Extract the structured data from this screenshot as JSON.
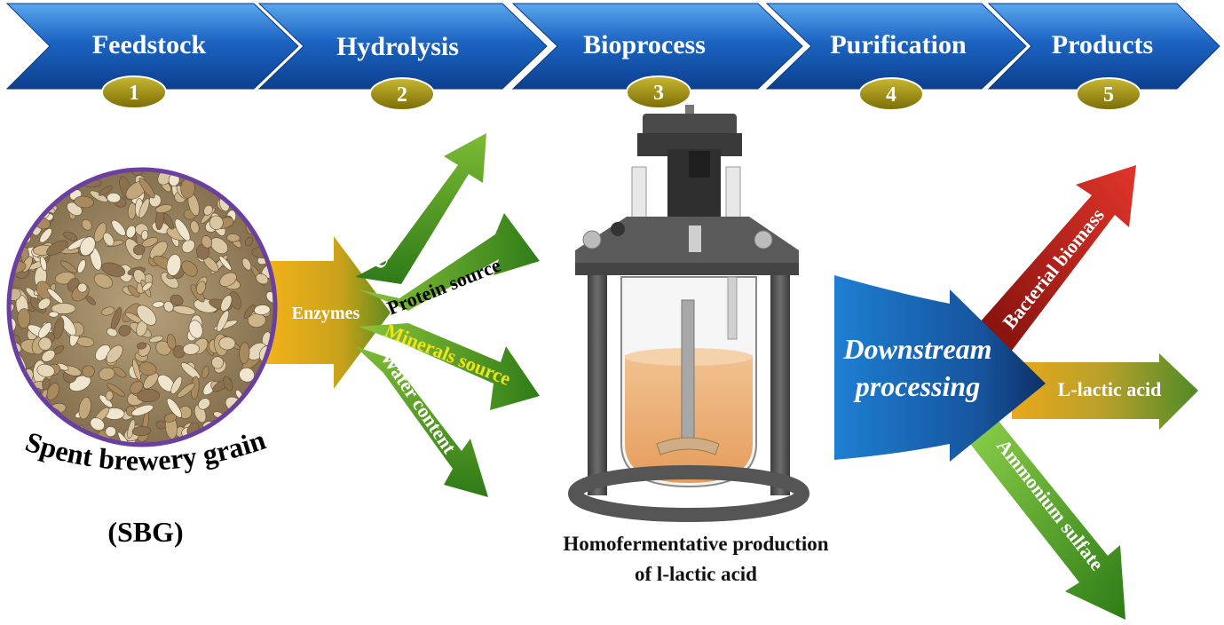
{
  "steps": [
    {
      "label": "Feedstock",
      "number": "1"
    },
    {
      "label": "Hydrolysis",
      "number": "2"
    },
    {
      "label": "Bioprocess",
      "number": "3"
    },
    {
      "label": "Purification",
      "number": "4"
    },
    {
      "label": "Products",
      "number": "5"
    }
  ],
  "feedstock": {
    "line1": "Spent brewery grain",
    "line2": "(SBG)",
    "enzymes": "Enzymes"
  },
  "hydrolysis_outputs": {
    "carbon": "Carbon source",
    "protein": "Protein source",
    "minerals": "Minerals source",
    "water": "Water content"
  },
  "bioprocess": {
    "caption_line1": "Homofermentative production",
    "caption_line2": "of l-lactic acid"
  },
  "purification": {
    "line1": "Downstream",
    "line2": "processing"
  },
  "products": {
    "biomass": "Bacterial biomass",
    "lactic": "L-lactic acid",
    "ammonium": "Ammonium sulfate"
  },
  "colors": {
    "chevron_blue": "#1a5fb8",
    "badge_olive": "#9a8a10",
    "grain_ring": "#6a3fa0",
    "arrow_green": "#4f9a22",
    "minerals_text": "#f2e21a",
    "biomass_red": "#c0221a",
    "downstream_blue": "#1565c0"
  }
}
